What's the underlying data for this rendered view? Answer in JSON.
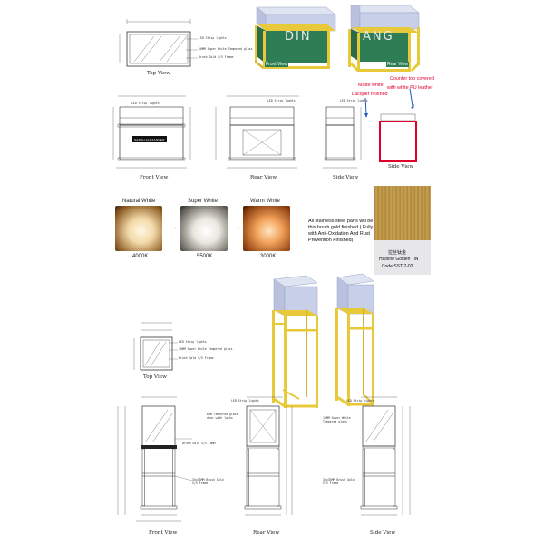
{
  "views": {
    "top": "Top View",
    "front": "Front View",
    "rear": "Rear View",
    "side": "Side View"
  },
  "renders": {
    "front_view": "Front View",
    "rear_view": "Rear View",
    "brand_left": "DIN",
    "brand_right": "ANG"
  },
  "annotations": {
    "matte_white": "Matte white",
    "lacquer": "Lacquer finished",
    "counter_top": "Counter top covered",
    "pu_leather": "with white PU leather"
  },
  "callouts": {
    "led": "LED Strip lights",
    "glass": "10MM Super White Tempered glass",
    "frame": "Brush Gold S/S Frame",
    "glass_door": "6MM Tempered glass door with locks",
    "glass2": "10MM Super White Tempered glass",
    "brush_gold": "Brush Gold S/S 10MM",
    "brush_frame": "35x35MM Brush Gold S/S Frame",
    "logo": "SARAH ALEXANDER"
  },
  "lighting": [
    {
      "title": "Natural White",
      "kelvin": "4000K",
      "color": "#f3d9a8"
    },
    {
      "title": "Super White",
      "kelvin": "5500K",
      "color": "#e9e7df"
    },
    {
      "title": "Warm White",
      "kelvin": "3000K",
      "color": "#f2a25a"
    }
  ],
  "material": {
    "note": "All stainless steel parts will be this brush gold finished ( Fully with Anti-Oxidation And Rust Prevention Finished)",
    "chinese": "拉丝钛金",
    "name": "Hairline Golden TiN",
    "code": "Code:SST-7-02",
    "swatch_color": "#b7903f"
  },
  "colors": {
    "gold": "#e8c93a",
    "glass": "#c7cfe6",
    "panel": "#2f7d55",
    "red": "#e0002a",
    "blue": "#1f57c8"
  }
}
